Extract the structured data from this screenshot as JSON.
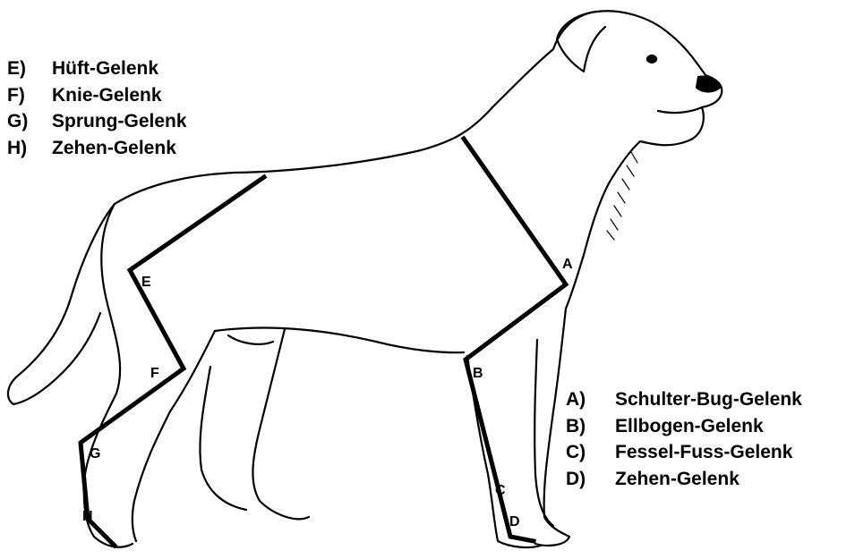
{
  "hind_legend": [
    {
      "key": "E)",
      "label": "Hüft-Gelenk"
    },
    {
      "key": "F)",
      "label": "Knie-Gelenk"
    },
    {
      "key": "G)",
      "label": "Sprung-Gelenk"
    },
    {
      "key": "H)",
      "label": "Zehen-Gelenk"
    }
  ],
  "front_legend": [
    {
      "key": "A)",
      "label": "Schulter-Bug-Gelenk"
    },
    {
      "key": "B)",
      "label": "Ellbogen-Gelenk"
    },
    {
      "key": "C)",
      "label": "Fessel-Fuss-Gelenk"
    },
    {
      "key": "D)",
      "label": "Zehen-Gelenk"
    }
  ],
  "joint_markers": {
    "A": "A",
    "B": "B",
    "C": "C",
    "D": "D",
    "E": "E",
    "F": "F",
    "G": "G",
    "H": "H"
  },
  "colors": {
    "outline": "#000000",
    "background": "#ffffff"
  }
}
